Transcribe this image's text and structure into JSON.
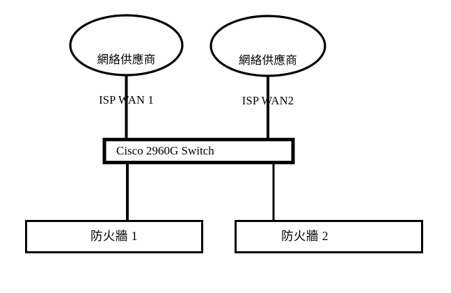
{
  "diagram": {
    "title": "Network Topology Diagram",
    "background_color": "#ffffff",
    "line_color": "#000000",
    "nodes": {
      "isp_wan1": {
        "shape": "ellipse",
        "line1": "網絡供應商",
        "line2": "ISP WAN 1"
      },
      "isp_wan2": {
        "shape": "ellipse",
        "line1": "網絡供應商",
        "line2": "ISP WAN2"
      },
      "switch": {
        "shape": "rectangle",
        "label": "Cisco 2960G Switch"
      },
      "firewall1": {
        "shape": "rectangle",
        "label": "防火牆 1"
      },
      "firewall2": {
        "shape": "rectangle",
        "label": "防火牆 2"
      }
    },
    "connections": [
      {
        "from": "isp_wan1",
        "to": "switch"
      },
      {
        "from": "isp_wan2",
        "to": "switch"
      },
      {
        "from": "switch",
        "to": "firewall1"
      },
      {
        "from": "switch",
        "to": "firewall2"
      }
    ]
  }
}
